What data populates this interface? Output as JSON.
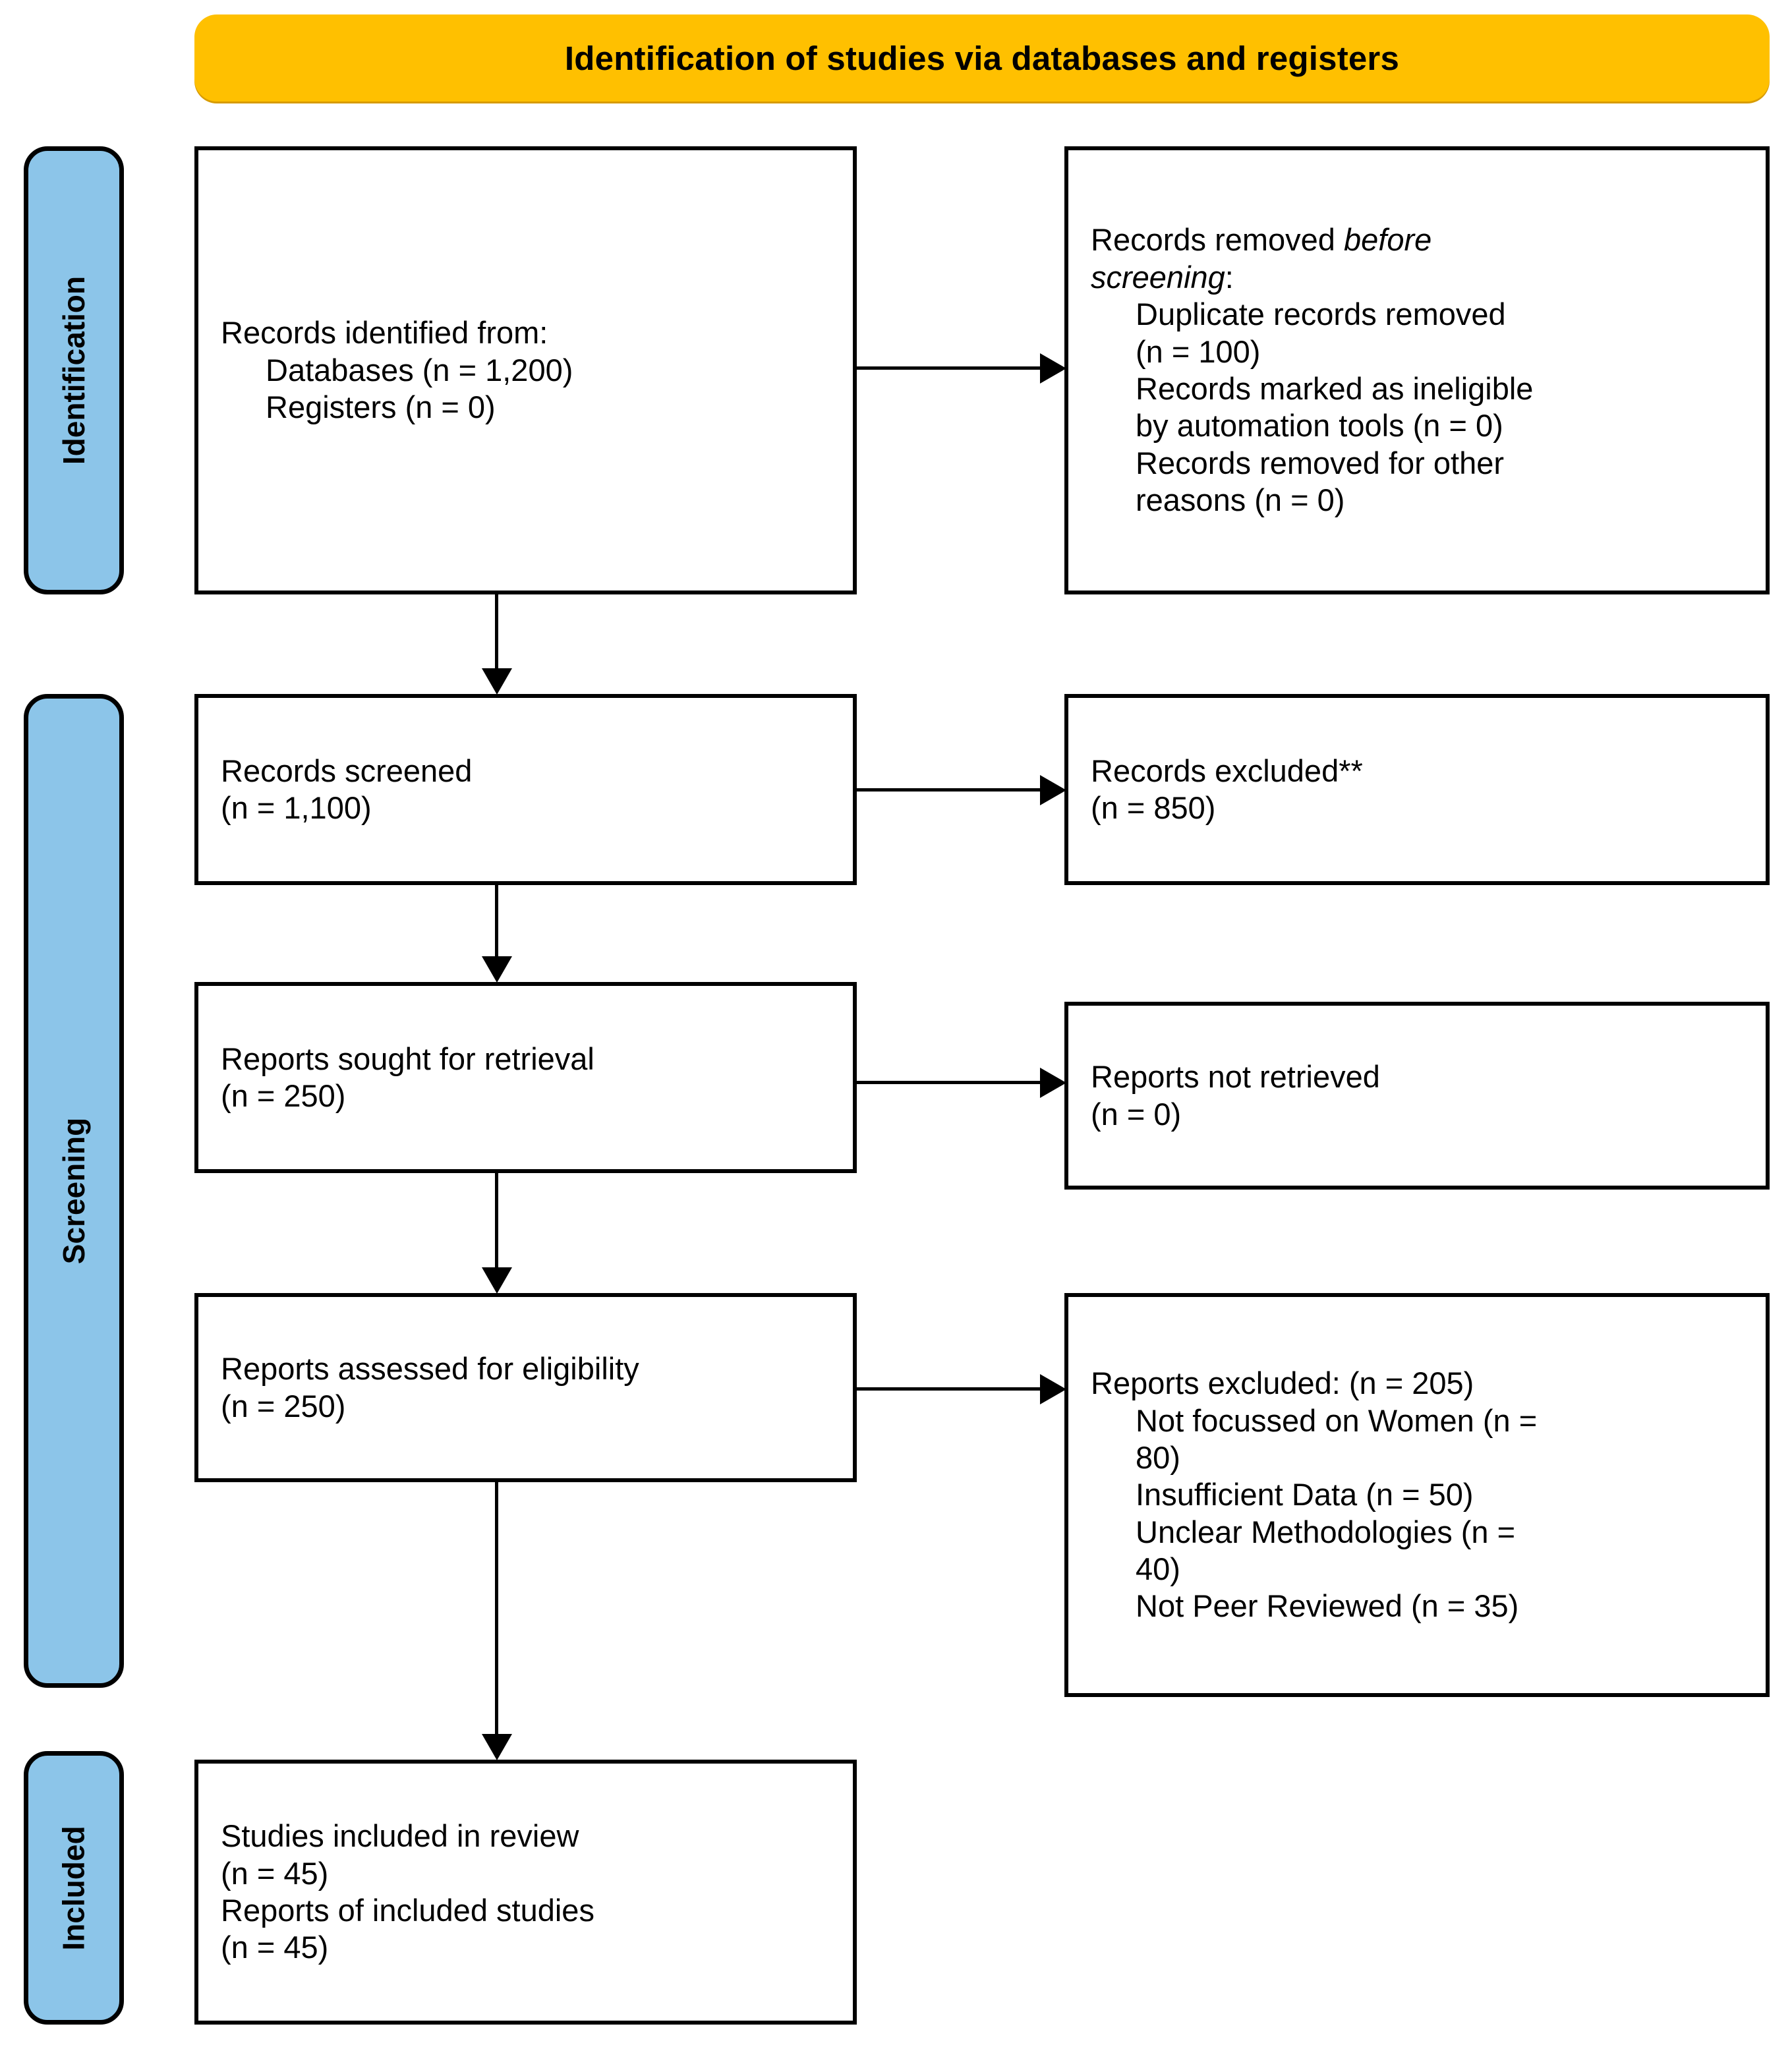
{
  "banner": {
    "title": "Identification of studies via databases and registers"
  },
  "stages": [
    {
      "key": "identification",
      "label": "Identification"
    },
    {
      "key": "screening",
      "label": "Screening"
    },
    {
      "key": "included",
      "label": "Included"
    }
  ],
  "boxes": {
    "identified": {
      "line1": "Records identified from:",
      "line2": "Databases (n = 1,200)",
      "line3": "Registers (n = 0)"
    },
    "removed_before": {
      "line1_pre": "Records removed ",
      "line1_em": "before",
      "line2_em": "screening",
      "line2_post": ":",
      "line3": "Duplicate records removed",
      "line4": "(n = 100)",
      "line5": "Records marked as ineligible",
      "line6": "by automation tools (n = 0)",
      "line7": "Records removed for other",
      "line8": "reasons (n = 0)"
    },
    "screened": {
      "line1": "Records screened",
      "line2": "(n = 1,100)"
    },
    "records_excluded": {
      "line1": "Records excluded**",
      "line2": "(n = 850)"
    },
    "sought": {
      "line1": "Reports sought for retrieval",
      "line2": "(n = 250)"
    },
    "not_retrieved": {
      "line1": "Reports not retrieved",
      "line2": "(n = 0)"
    },
    "assessed": {
      "line1": "Reports assessed for eligibility",
      "line2": "(n = 250)"
    },
    "reports_excluded": {
      "line1": "Reports excluded: (n = 205)",
      "line2": "Not focussed on Women (n =",
      "line3": "80)",
      "line4": "Insufficient Data (n = 50)",
      "line5": "Unclear Methodologies (n =",
      "line6": "40)",
      "line7": "Not Peer Reviewed (n = 35)"
    },
    "included": {
      "line1": "Studies included in review",
      "line2": "(n = 45)",
      "line3": "Reports of included studies",
      "line4": "(n = 45)"
    }
  },
  "colors": {
    "banner_background": "#FFC000",
    "stage_background": "#8CC5E9",
    "box_border": "#000000",
    "box_background": "#FFFFFF"
  }
}
